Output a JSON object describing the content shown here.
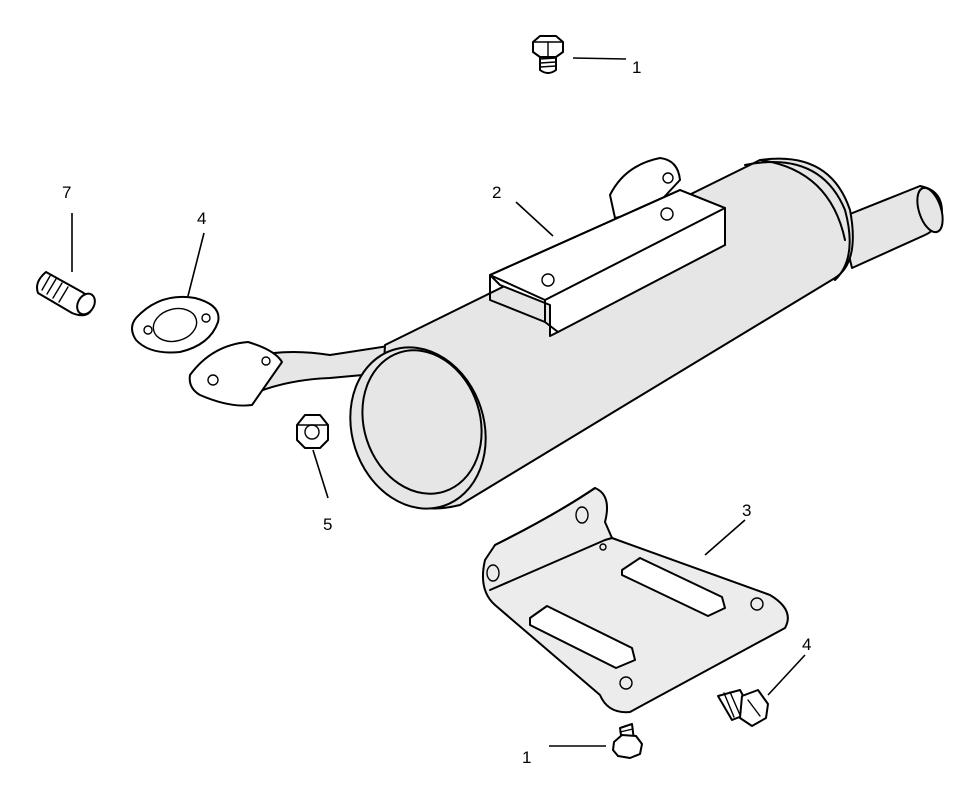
{
  "diagram": {
    "callouts": [
      {
        "id": "c1-top",
        "text": "1"
      },
      {
        "id": "c2",
        "text": "2"
      },
      {
        "id": "c3",
        "text": "3"
      },
      {
        "id": "c4-gasket",
        "text": "4"
      },
      {
        "id": "c4-bolt",
        "text": "4"
      },
      {
        "id": "c5",
        "text": "5"
      },
      {
        "id": "c7",
        "text": "7"
      },
      {
        "id": "c1-bottom",
        "text": "1"
      }
    ]
  }
}
